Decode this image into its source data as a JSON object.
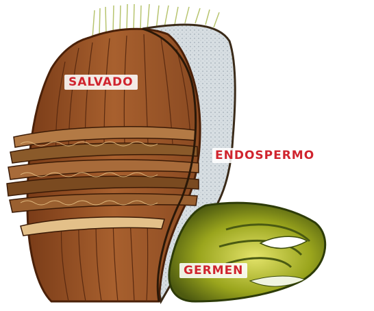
{
  "labels": {
    "salvado": "SALVADO",
    "endospermo": "ENDOSPERMO",
    "germen": "GERMEN"
  },
  "colors": {
    "bran": "#9a5528",
    "bran_dark": "#5a2a10",
    "endosperm": "#d7dee2",
    "germ": "#9aa51d",
    "label": "#d0242e",
    "beard": "#c9d88a"
  }
}
